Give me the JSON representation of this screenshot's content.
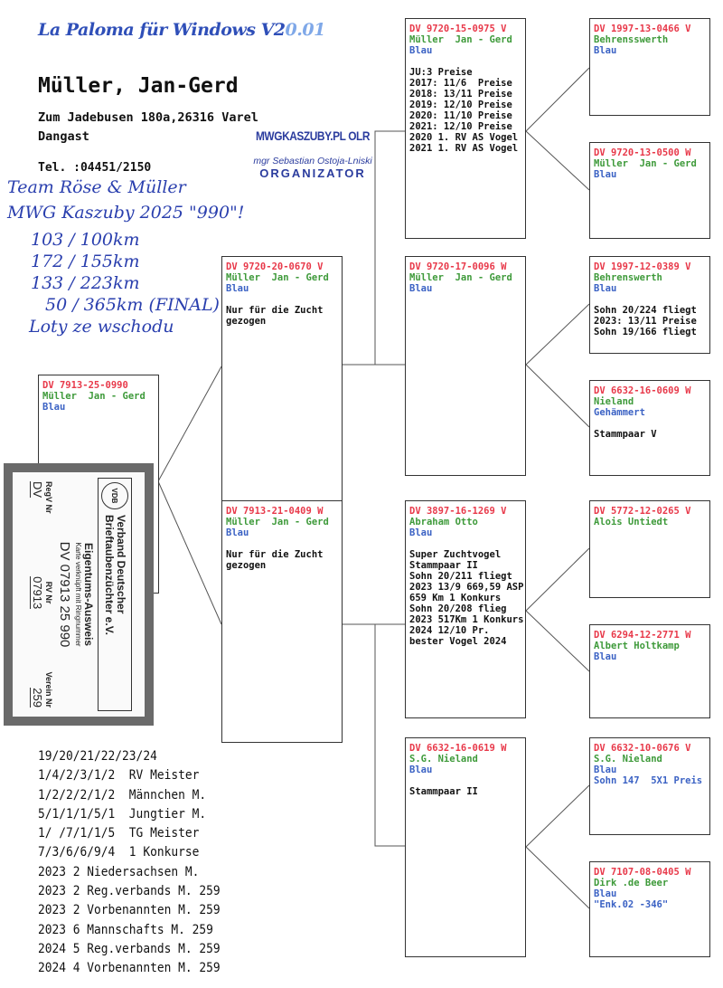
{
  "header": {
    "software_title": "La Paloma für Windows V2",
    "software_version": "0.01",
    "owner_name": "Müller, Jan-Gerd",
    "address_line1": "Zum Jadebusen 180a,26316 Varel",
    "address_line2": "Dangast",
    "phone": "Tel. :04451/2150"
  },
  "handwritten_notes": [
    "Team Röse & Müller",
    "MWG Kaszuby 2025 \"990\"!",
    "103 / 100km",
    "172 / 155km",
    "133 / 223km",
    "50 / 365km (FINAL)",
    "Loty ze wschodu"
  ],
  "stamp": {
    "line1": "MWGKASZUBY.PL OLR",
    "line2": "mgr Sebastian Ostoja-Lniski",
    "line3": "ORGANIZATOR"
  },
  "pedigree": [
    {
      "role": "subject",
      "ring": "DV 7913-25-0990",
      "breeder": "Müller  Jan - Gerd",
      "color": "Blau",
      "notes": []
    },
    {
      "role": "sire",
      "ring": "DV 9720-20-0670 V",
      "breeder": "Müller  Jan - Gerd",
      "color": "Blau",
      "notes": [
        "Nur für die Zucht",
        "gezogen"
      ]
    },
    {
      "role": "dam",
      "ring": "DV 7913-21-0409 W",
      "breeder": "Müller  Jan - Gerd",
      "color": "Blau",
      "notes": [
        "Nur für die Zucht",
        "gezogen"
      ]
    },
    {
      "role": "sire-sire",
      "ring": "DV 9720-15-0975 V",
      "breeder": "Müller  Jan - Gerd",
      "color": "Blau",
      "notes": [
        "JU:3 Preise",
        "2017: 11/6  Preise",
        "2018: 13/11 Preise",
        "2019: 12/10 Preise",
        "2020: 11/10 Preise",
        "2021: 12/10 Preise",
        "2020 1. RV AS Vogel",
        "2021 1. RV AS Vogel"
      ]
    },
    {
      "role": "sire-dam",
      "ring": "DV 9720-17-0096 W",
      "breeder": "Müller  Jan - Gerd",
      "color": "Blau",
      "notes": []
    },
    {
      "role": "dam-sire",
      "ring": "DV 3897-16-1269 V",
      "breeder": "Abraham Otto",
      "color": "Blau",
      "notes": [
        "Super Zuchtvogel",
        "Stammpaar II",
        "Sohn 20/211 fliegt",
        "2023 13/9 669,59 ASP",
        "659 Km 1 Konkurs",
        "Sohn 20/208 flieg",
        "2023 517Km 1 Konkurs",
        "2024 12/10 Pr.",
        "bester Vogel 2024"
      ]
    },
    {
      "role": "dam-dam",
      "ring": "DV 6632-16-0619 W",
      "breeder": "S.G. Nieland",
      "color": "Blau",
      "notes": [
        "Stammpaar II"
      ]
    },
    {
      "role": "ss-sire",
      "ring": "DV 1997-13-0466 V",
      "breeder": "Behrensswerth",
      "color": "Blau",
      "notes": []
    },
    {
      "role": "ss-dam",
      "ring": "DV 9720-13-0500 W",
      "breeder": "Müller  Jan - Gerd",
      "color": "Blau",
      "notes": []
    },
    {
      "role": "sd-sire",
      "ring": "DV 1997-12-0389 V",
      "breeder": "Behrenswerth",
      "color": "Blau",
      "notes": [
        "Sohn 20/224 fliegt",
        "2023: 13/11 Preise",
        "Sohn 19/166 fliegt"
      ]
    },
    {
      "role": "sd-dam",
      "ring": "DV 6632-16-0609 W",
      "breeder": "Nieland",
      "color": "Gehämmert",
      "notes": [
        "Stammpaar V"
      ]
    },
    {
      "role": "ds-sire",
      "ring": "DV 5772-12-0265 V",
      "breeder": "Alois Untiedt",
      "color": "",
      "notes": []
    },
    {
      "role": "ds-dam",
      "ring": "DV 6294-12-2771 W",
      "breeder": "Albert Holtkamp",
      "color": "Blau",
      "notes": []
    },
    {
      "role": "dd-sire",
      "ring": "DV 6632-10-0676 V",
      "breeder": "S.G. Nieland",
      "color": "Blau",
      "blue_notes": [
        "Sohn 147  5X1 Preis"
      ],
      "notes": []
    },
    {
      "role": "dd-dam",
      "ring": "DV 7107-08-0405 W",
      "breeder": "Dirk .de Beer",
      "color": "Blau",
      "blue_notes": [
        "\"Enk.02 -346\""
      ],
      "notes": []
    }
  ],
  "ownership_card": {
    "org_line1": "Verband Deutscher",
    "org_line2": "Brieftaubenzüchter e.V.",
    "title": "Eigentums-Ausweis",
    "subtitle": "Karte verknüpft mit Ringnummer",
    "ring_number": "DV 07913 25 990",
    "label_regv": "RegV Nr",
    "label_rv": "RV Nr",
    "label_verein": "Verein Nr",
    "value_regv": "DV",
    "value_rv": "07913",
    "value_verein": "259"
  },
  "achievements": [
    "19/20/21/22/23/24",
    "1/4/2/3/1/2  RV Meister",
    "1/2/2/2/1/2  Männchen M.",
    "5/1/1/1/5/1  Jungtier M.",
    "1/ /7/1/1/5  TG Meister",
    "7/3/6/6/9/4  1 Konkurse",
    "2023 2 Niedersachsen M.",
    "2023 2 Reg.verbands M. 259",
    "2023 2 Vorbenannten M. 259",
    "2023 6 Mannschafts M. 259",
    "2024 5 Reg.verbands M. 259",
    "2024 4 Vorbenannten M. 259"
  ],
  "colors": {
    "ring": "#e8394a",
    "breeder": "#3e9a3a",
    "color_text": "#3b62c4",
    "handwriting": "#2a3fae"
  }
}
